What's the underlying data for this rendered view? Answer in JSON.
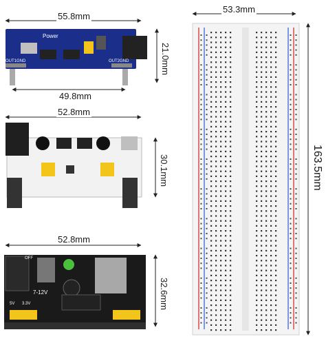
{
  "dimensions": {
    "module1_width": "55.8mm",
    "module1_height": "21.0mm",
    "module1_pin_span": "49.8mm",
    "module2_width": "52.8mm",
    "module2_height": "30.1mm",
    "module3_width": "52.8mm",
    "module3_height": "32.6mm",
    "breadboard_width": "53.3mm",
    "breadboard_height": "163.5mm"
  },
  "board_labels": {
    "power": "Power",
    "out1": "OUT1GND",
    "out2": "OUT2GND",
    "voltage_range": "7-12V",
    "v33": "3.3V",
    "v5": "5V",
    "off": "OFF"
  },
  "colors": {
    "pcb_blue": "#1b2f8a",
    "pcb_black": "#1a1a1a",
    "pcb_white": "#f2f2f2",
    "jumper_yellow": "#f3c51b",
    "rail_red": "#d32020",
    "rail_blue": "#2a5bd7"
  }
}
